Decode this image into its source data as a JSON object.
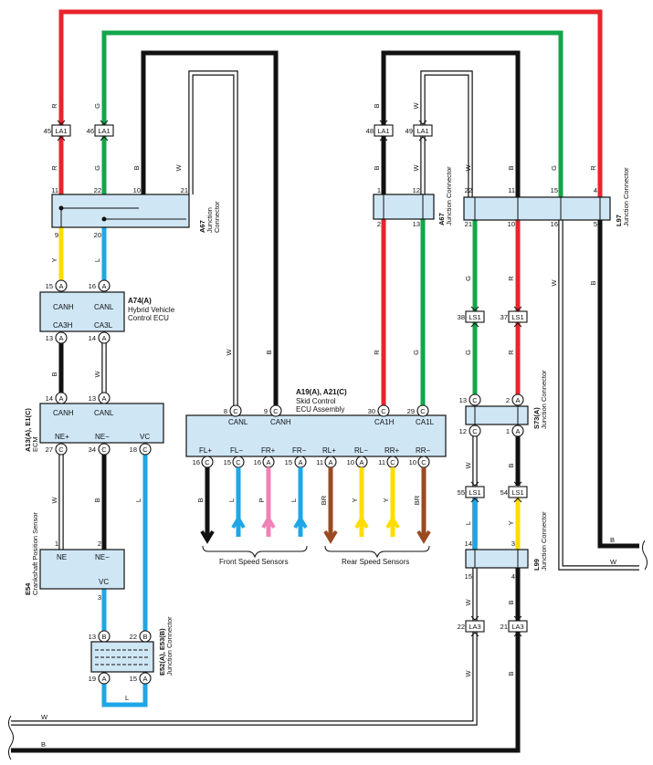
{
  "wire_colors": {
    "R": "#e8242b",
    "G": "#12a64a",
    "B": "#111111",
    "W": "#ffffff",
    "Y": "#ffdd00",
    "L": "#1ea7e6",
    "P": "#ef83b6",
    "BR": "#9a4a21"
  },
  "connectors": {
    "la1": "LA1",
    "ls1": "LS1",
    "la3": "LA3"
  },
  "components": {
    "a67_left": {
      "code": "A67",
      "name": "Junction\nConnector"
    },
    "a67_right": {
      "code": "A67",
      "name": "Junction Connector"
    },
    "l97": {
      "code": "L97",
      "name": "Junction Connector"
    },
    "a74": {
      "code": "A74(A)",
      "name1": "Hybrid Vehicle",
      "name2": "Control ECU"
    },
    "a13": {
      "code": "A13(A), E1(C)",
      "name": "ECM"
    },
    "a19": {
      "code": "A19(A), A21(C)",
      "name1": "Skid Control",
      "name2": "ECU Assembly"
    },
    "s73": {
      "code": "S73(A)",
      "name": "Junction Connector"
    },
    "l99": {
      "code": "L99",
      "name": "Junction Connector"
    },
    "e54": {
      "code": "E54",
      "name": "Crankshaft Position Sensor"
    },
    "e52": {
      "code": "E52(A), E53(B)",
      "name": "Junction Connector"
    }
  },
  "pin_labels": {
    "canh": "CANH",
    "canl": "CANL",
    "ca3h": "CA3H",
    "ca3l": "CA3L",
    "ne_plus": "NE+",
    "ne_minus": "NE−",
    "vc": "VC",
    "ne": "NE",
    "ne_minus2": "NE−",
    "ca1h": "CA1H",
    "ca1l": "CA1L",
    "fl_plus": "FL+",
    "fl_minus": "FL−",
    "fr_plus": "FR+",
    "fr_minus": "FR−",
    "rl_plus": "RL+",
    "rl_minus": "RL−",
    "rr_plus": "RR+",
    "rr_minus": "RR−"
  },
  "group_labels": {
    "front": "Front Speed Sensors",
    "rear": "Rear Speed Sensors"
  },
  "pin_numbers": {
    "p45": "45",
    "p46": "46",
    "p48": "48",
    "p49": "49",
    "p11": "11",
    "p22": "22",
    "p10": "10",
    "p21": "21",
    "p9": "9",
    "p20": "20",
    "p15": "15",
    "p16": "16",
    "p13": "13",
    "p14": "14",
    "p27": "27",
    "p34": "34",
    "p18": "18",
    "p1": "1",
    "p2": "2",
    "p3": "3",
    "p12": "12",
    "p5": "5",
    "p4": "4",
    "p30": "30",
    "p29": "29",
    "p8": "8",
    "p38": "38",
    "p37": "37",
    "p55": "55",
    "p54": "54",
    "p19": "19"
  },
  "pin_letters": {
    "A": "A",
    "B": "B",
    "C": "C"
  }
}
